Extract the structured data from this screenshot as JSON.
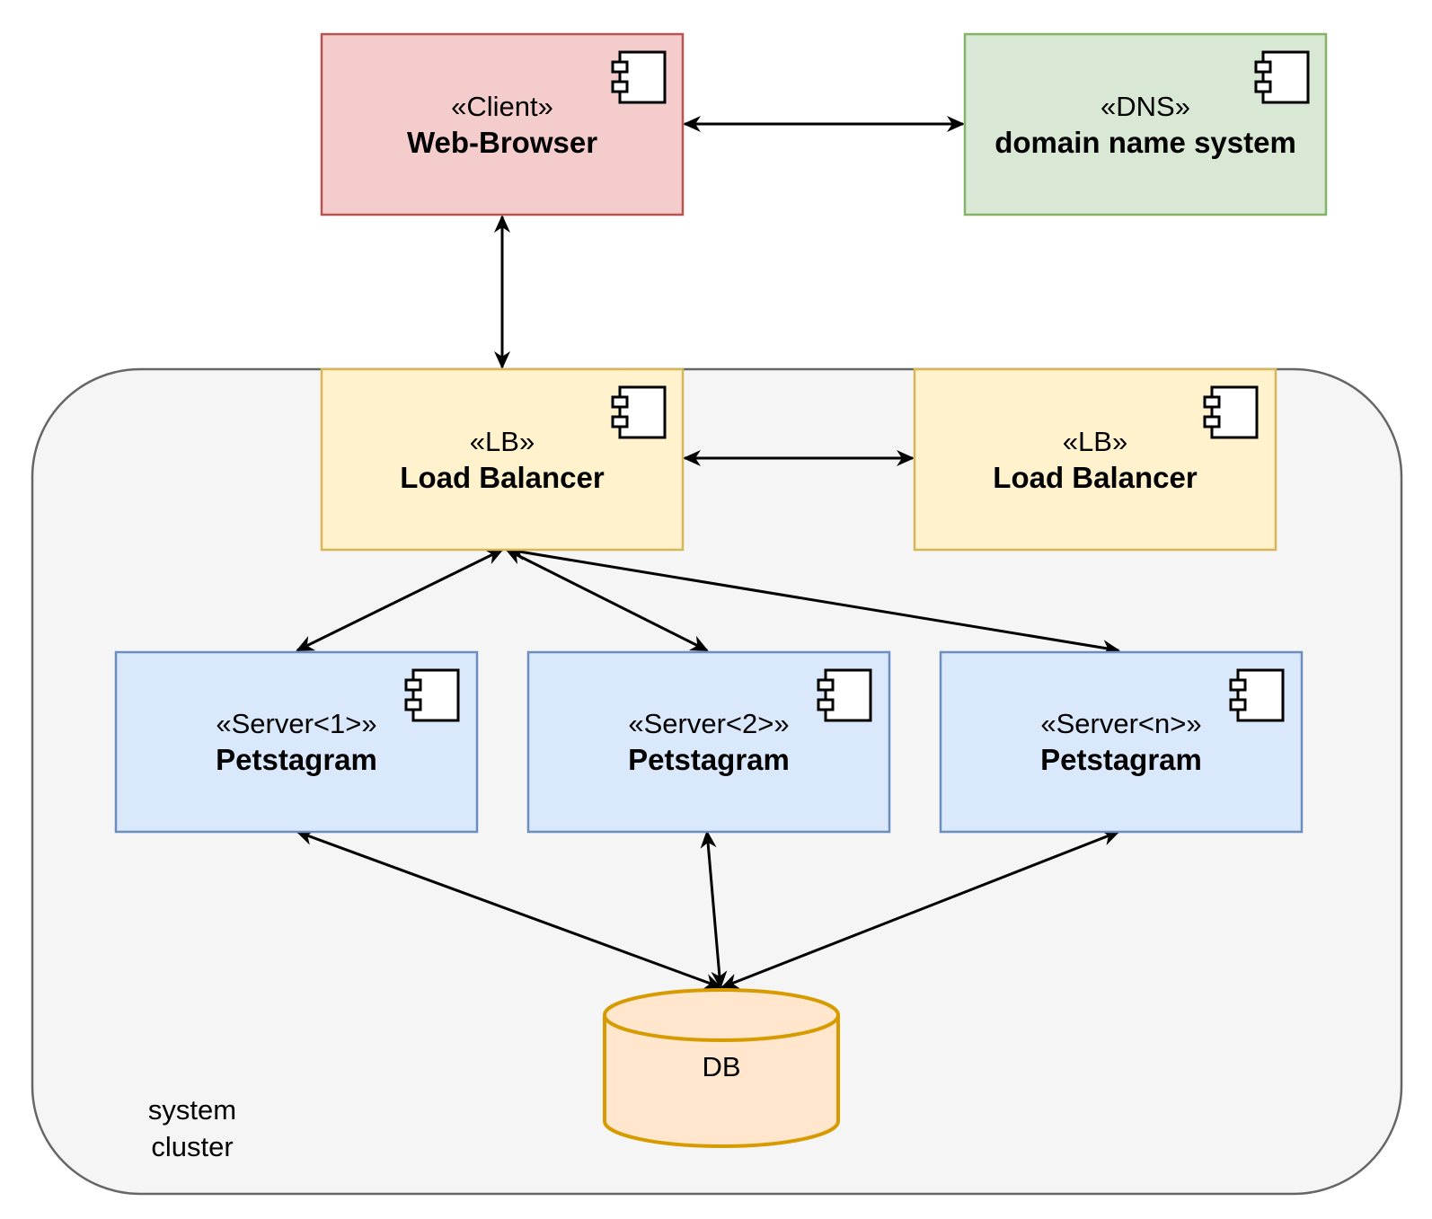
{
  "cluster": {
    "label_line1": "system",
    "label_line2": "cluster"
  },
  "components": {
    "client": {
      "stereotype": "«Client»",
      "name": "Web-Browser",
      "fill": "#f4cccc",
      "stroke": "#b85450"
    },
    "dns": {
      "stereotype": "«DNS»",
      "name": "domain name system",
      "fill": "#d9e8d4",
      "stroke": "#82b366"
    },
    "lb1": {
      "stereotype": "«LB»",
      "name": "Load Balancer",
      "fill": "#fff2cc",
      "stroke": "#d6b656"
    },
    "lb2": {
      "stereotype": "«LB»",
      "name": "Load Balancer",
      "fill": "#fff2cc",
      "stroke": "#d6b656"
    },
    "server1": {
      "stereotype": "«Server<1>»",
      "name": "Petstagram",
      "fill": "#dae8fc",
      "stroke": "#6c8ebf"
    },
    "server2": {
      "stereotype": "«Server<2>»",
      "name": "Petstagram",
      "fill": "#dae8fc",
      "stroke": "#6c8ebf"
    },
    "servern": {
      "stereotype": "«Server<n>»",
      "name": "Petstagram",
      "fill": "#dae8fc",
      "stroke": "#6c8ebf"
    }
  },
  "database": {
    "label": "DB",
    "fill": "#ffe6cc",
    "stroke": "#d79b00"
  },
  "connections": [
    {
      "from": "client",
      "to": "dns",
      "bidirectional": true
    },
    {
      "from": "client",
      "to": "lb1",
      "bidirectional": true
    },
    {
      "from": "lb1",
      "to": "lb2",
      "bidirectional": true
    },
    {
      "from": "lb1",
      "to": "server1",
      "bidirectional": true
    },
    {
      "from": "lb1",
      "to": "server2",
      "bidirectional": true
    },
    {
      "from": "lb1",
      "to": "servern",
      "bidirectional": true
    },
    {
      "from": "server1",
      "to": "database",
      "bidirectional": true
    },
    {
      "from": "server2",
      "to": "database",
      "bidirectional": true
    },
    {
      "from": "servern",
      "to": "database",
      "bidirectional": true
    }
  ]
}
